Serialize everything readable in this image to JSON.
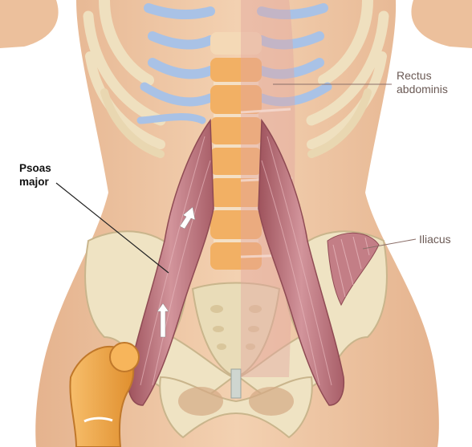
{
  "labels": {
    "psoas_major": {
      "line1": "Psoas",
      "line2": "major"
    },
    "rectus_abdominis": {
      "line1": "Rectus",
      "line2": "abdominis"
    },
    "iliacus": {
      "text": "Iliacus"
    }
  },
  "colors": {
    "skin": "#f1c9a6",
    "skin_shadow": "#d9a47f",
    "bone": "#efe3c3",
    "bone_shadow": "#cdb98f",
    "rib_cartilage": "#aac3e5",
    "vertebra": "#f2b064",
    "disc": "#f4d9b6",
    "muscle": "#b9707a",
    "muscle_light": "#d79aa1",
    "femur": "#f3a84a",
    "rectus_tint": "#e8b0a8"
  },
  "arrows": [
    "up-arrow",
    "up-arrow"
  ]
}
